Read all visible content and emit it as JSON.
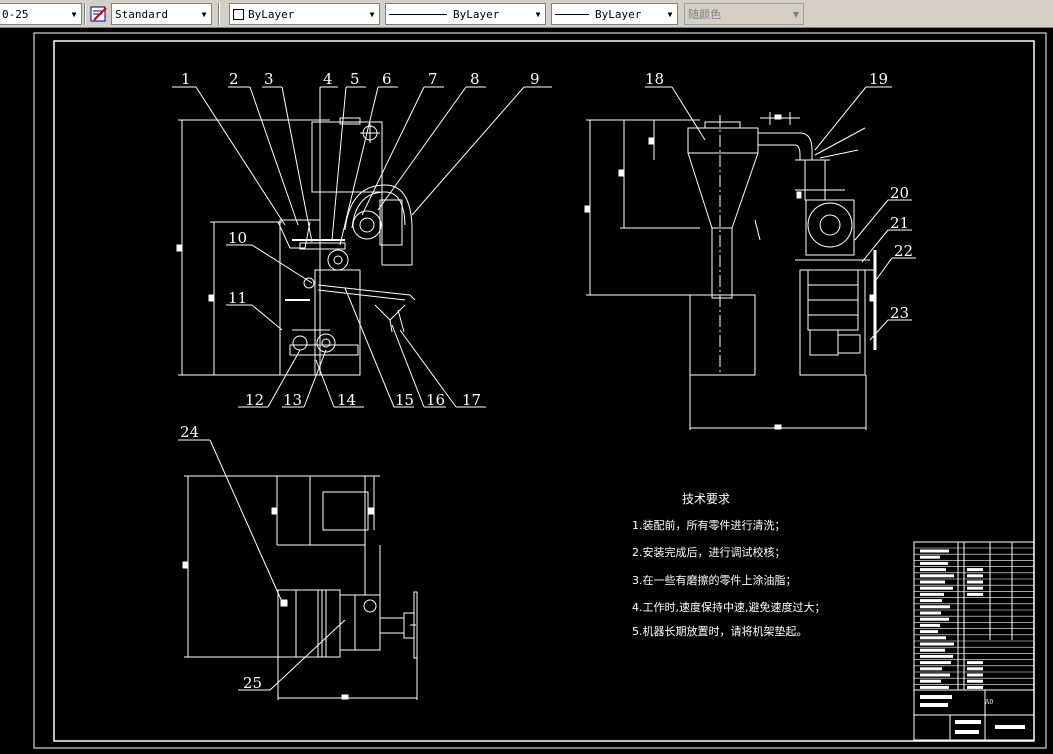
{
  "toolbar": {
    "dimstyle_value": "0-25",
    "textstyle_value": "Standard",
    "layer_value": "ByLayer",
    "linetype_value": "ByLayer",
    "lineweight_value": "ByLayer",
    "plotstyle_value": "随颜色"
  },
  "labels": [
    "1",
    "2",
    "3",
    "4",
    "5",
    "6",
    "7",
    "8",
    "9",
    "10",
    "11",
    "12",
    "13",
    "14",
    "15",
    "16",
    "17",
    "18",
    "19",
    "20",
    "21",
    "22",
    "23",
    "24",
    "25"
  ],
  "notes": {
    "title": "技术要求",
    "items": [
      "1.装配前，所有零件进行清洗；",
      "2.安装完成后，进行调试校核；",
      "3.在一些有磨擦的零件上涂油脂；",
      "4.工作时,速度保持中速,避免速度过大；",
      "5.机器长期放置时，请将机架垫起。"
    ]
  },
  "titleblock": {
    "scale": "A0"
  },
  "colors": {
    "background": "#000000",
    "lines": "#ffffff",
    "toolbar": "#d4d0c8"
  }
}
